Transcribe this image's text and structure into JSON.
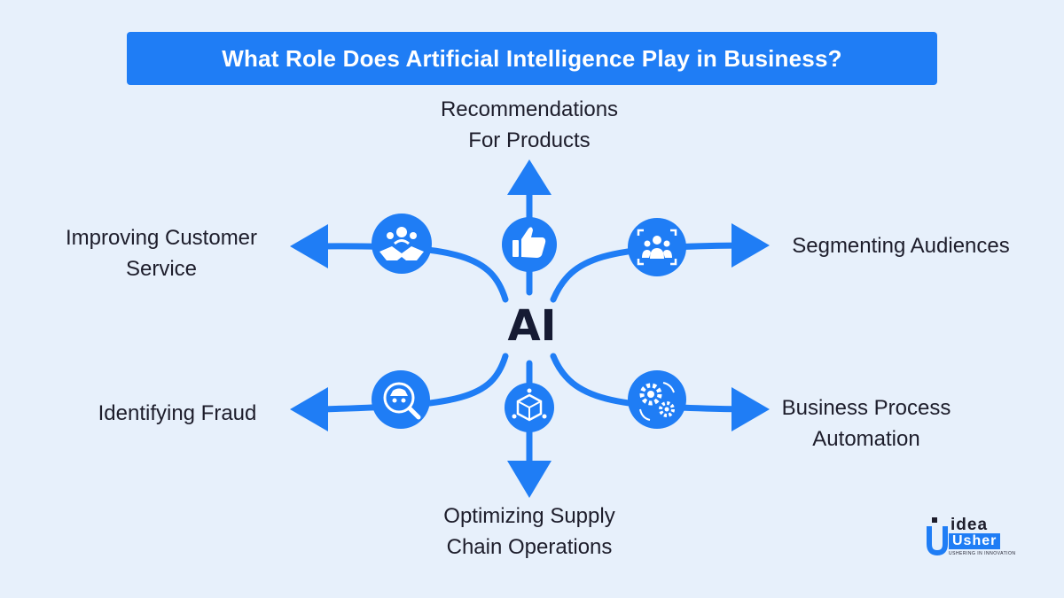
{
  "header": {
    "title": "What Role Does Artificial Intelligence Play in Business?"
  },
  "center": {
    "label": "AI"
  },
  "branches": [
    {
      "label": "Recommendations\nFor Products",
      "icon": "thumbs-up-icon"
    },
    {
      "label": "Segmenting Audiences",
      "icon": "audience-group-icon"
    },
    {
      "label": "Business Process\nAutomation",
      "icon": "gears-icon"
    },
    {
      "label": "Optimizing Supply\nChain Operations",
      "icon": "cube-network-icon"
    },
    {
      "label": "Identifying Fraud",
      "icon": "fraud-magnifier-icon"
    },
    {
      "label": "Improving Customer\nService",
      "icon": "handshake-people-icon"
    }
  ],
  "logo": {
    "line1": "idea",
    "line2": "Usher",
    "tagline": "USHERING IN INNOVATION"
  },
  "colors": {
    "accent": "#1f7df5",
    "background": "#e7f0fb",
    "text": "#1d1d2b"
  }
}
